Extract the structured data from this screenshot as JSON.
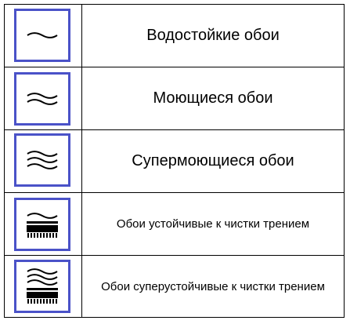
{
  "rows": [
    {
      "icon": "one-wave-icon",
      "label": "Водостойкие обои"
    },
    {
      "icon": "two-waves-icon",
      "label": "Моющиеся обои"
    },
    {
      "icon": "three-waves-icon",
      "label": "Супермоющиеся обои"
    },
    {
      "icon": "wave-brush-icon",
      "label": "Обои устойчивые к чистки трением"
    },
    {
      "icon": "three-waves-brush-icon",
      "label": "Обои суперустойчивые к чистки трением"
    }
  ],
  "colors": {
    "icon_border": "#4a52c8",
    "text": "#000000",
    "grid": "#000000"
  }
}
